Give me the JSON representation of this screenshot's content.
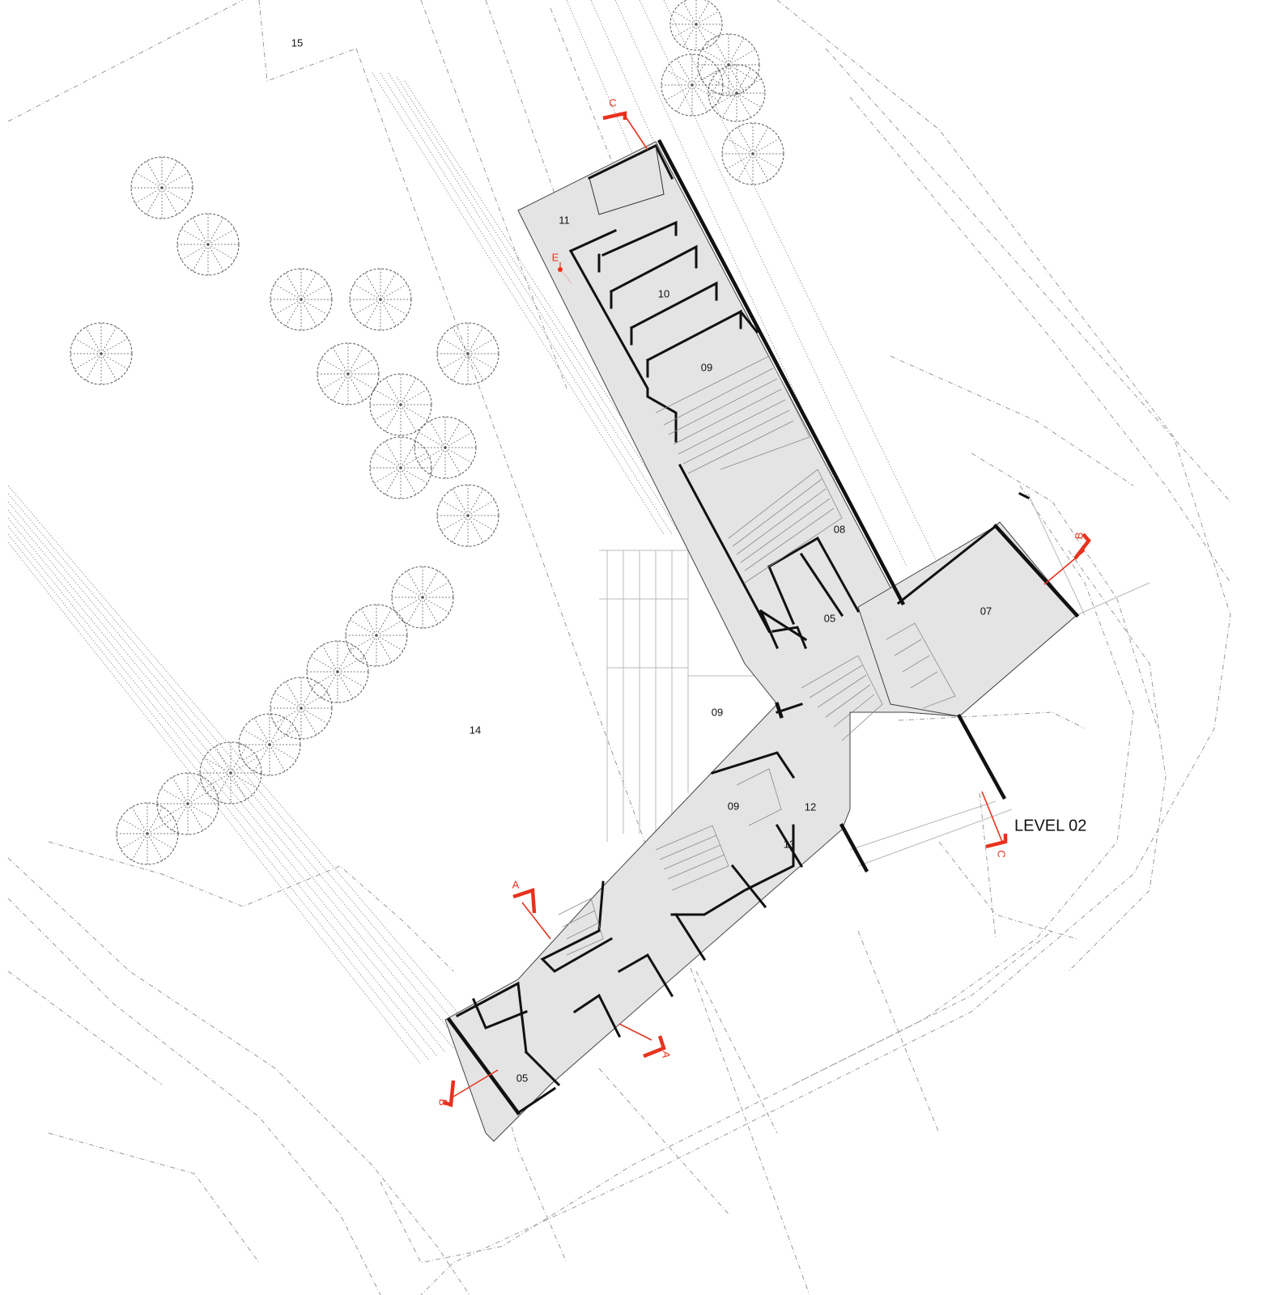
{
  "plan": {
    "title": "LEVEL 02",
    "rooms": [
      {
        "id": "r15",
        "label": "15"
      },
      {
        "id": "r11",
        "label": "11"
      },
      {
        "id": "r10",
        "label": "10"
      },
      {
        "id": "r09a",
        "label": "09"
      },
      {
        "id": "r08",
        "label": "08"
      },
      {
        "id": "r07",
        "label": "07"
      },
      {
        "id": "r05a",
        "label": "05"
      },
      {
        "id": "r09b",
        "label": "09"
      },
      {
        "id": "r14",
        "label": "14"
      },
      {
        "id": "r09c",
        "label": "09"
      },
      {
        "id": "r12",
        "label": "12"
      },
      {
        "id": "r13",
        "label": "13"
      },
      {
        "id": "r05b",
        "label": "05"
      }
    ],
    "sections": {
      "a": "A",
      "b": "B",
      "c": "C",
      "e": "E"
    },
    "colors": {
      "accent": "#e8321e",
      "floor": "#e4e4e4",
      "wall": "#111111"
    }
  }
}
